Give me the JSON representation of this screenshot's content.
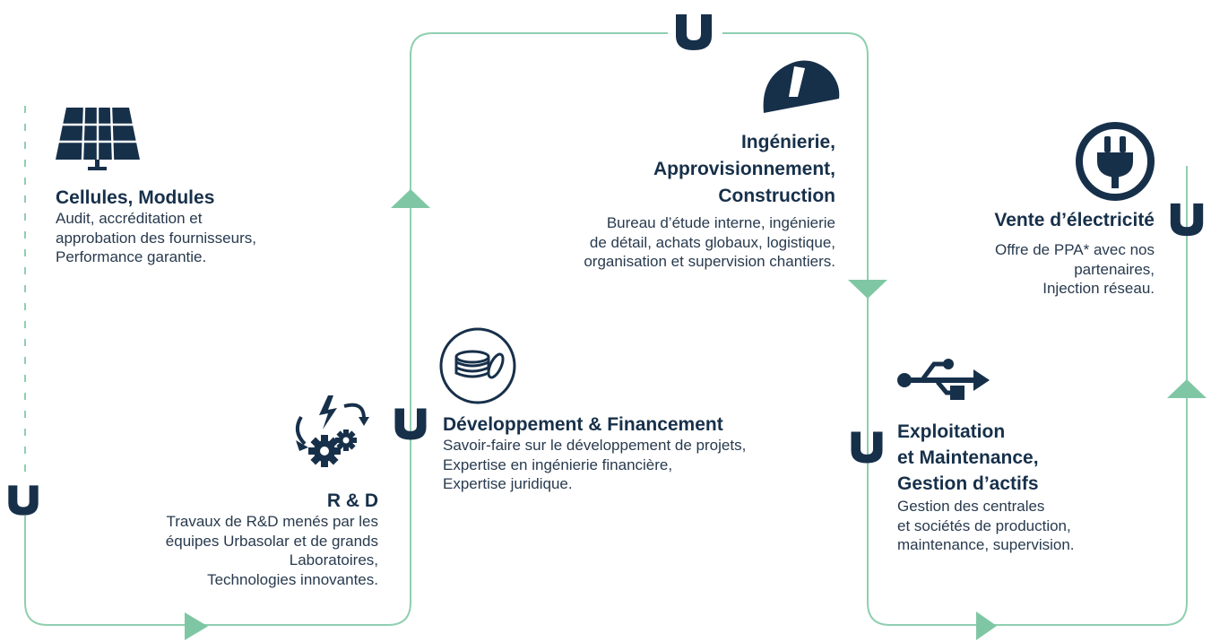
{
  "colors": {
    "line": "#8fcfb0",
    "arrow": "#7fc7a4",
    "navy": "#17304a",
    "text": "#283a4e"
  },
  "icons": {
    "logo": "u-logo-icon",
    "solar": "solar-panel-icon",
    "helmet": "hard-hat-icon",
    "plug": "power-plug-icon",
    "coins": "coins-icon",
    "rnd": "lightning-gears-icon",
    "usb": "usb-icon"
  },
  "steps": {
    "cellules": {
      "title": "Cellules, Modules",
      "lines": [
        "Audit, accréditation et",
        "approbation des fournisseurs,",
        "Performance garantie."
      ]
    },
    "rnd": {
      "title": "R & D",
      "lines": [
        "Travaux de R&D menés par les",
        "équipes Urbasolar et de grands",
        "Laboratoires,",
        "Technologies innovantes."
      ]
    },
    "developpement": {
      "title": "Développement & Financement",
      "lines": [
        "Savoir-faire sur le développement de projets,",
        "Expertise en ingénierie financière,",
        "Expertise juridique."
      ]
    },
    "ingenierie": {
      "title_lines": [
        "Ingénierie,",
        "Approvisionnement,",
        "Construction"
      ],
      "lines": [
        "Bureau d’étude interne, ingénierie",
        "de détail, achats globaux, logistique,",
        "organisation et supervision chantiers."
      ]
    },
    "exploitation": {
      "title_lines": [
        "Exploitation",
        "et Maintenance,",
        "Gestion d’actifs"
      ],
      "lines": [
        "Gestion des centrales",
        "et sociétés de production,",
        "maintenance, supervision."
      ]
    },
    "vente": {
      "title": "Vente d’électricité",
      "lines": [
        "Offre de PPA* avec nos",
        "partenaires,",
        "Injection réseau."
      ]
    }
  }
}
